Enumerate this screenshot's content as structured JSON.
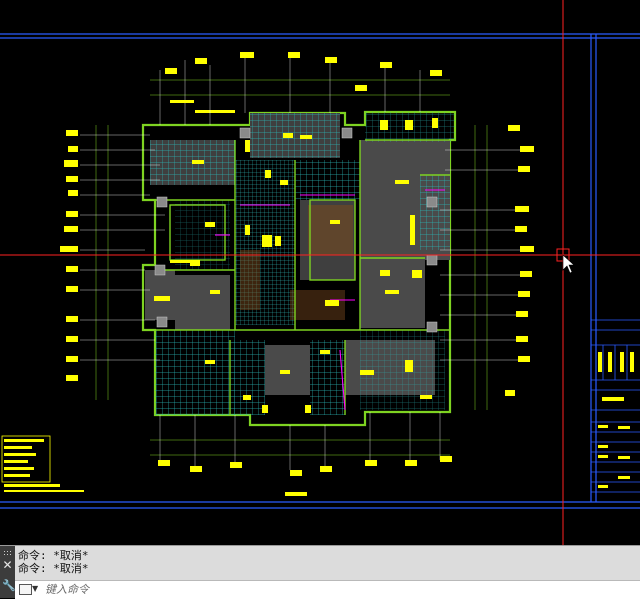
{
  "command_line": {
    "history": [
      "命令: *取消*",
      "命令: *取消*"
    ],
    "input_placeholder": "键入命令",
    "input_value": ""
  },
  "icons": {
    "grip": "grip-dots-icon",
    "close": "close-icon",
    "customize": "wrench-icon",
    "prompt": "command-prompt-icon",
    "cursor": "arrow-cursor-icon"
  },
  "colors": {
    "model_space_bg": "#000000",
    "crosshair": "#ff2222",
    "frame_blue": "#2a5cff",
    "wall_green": "#7ed321",
    "grid_cyan": "#2ab3b3",
    "annotation_yellow": "#ffff00",
    "fill_gray": "#4a4a4a",
    "magenta": "#ff00ff"
  }
}
